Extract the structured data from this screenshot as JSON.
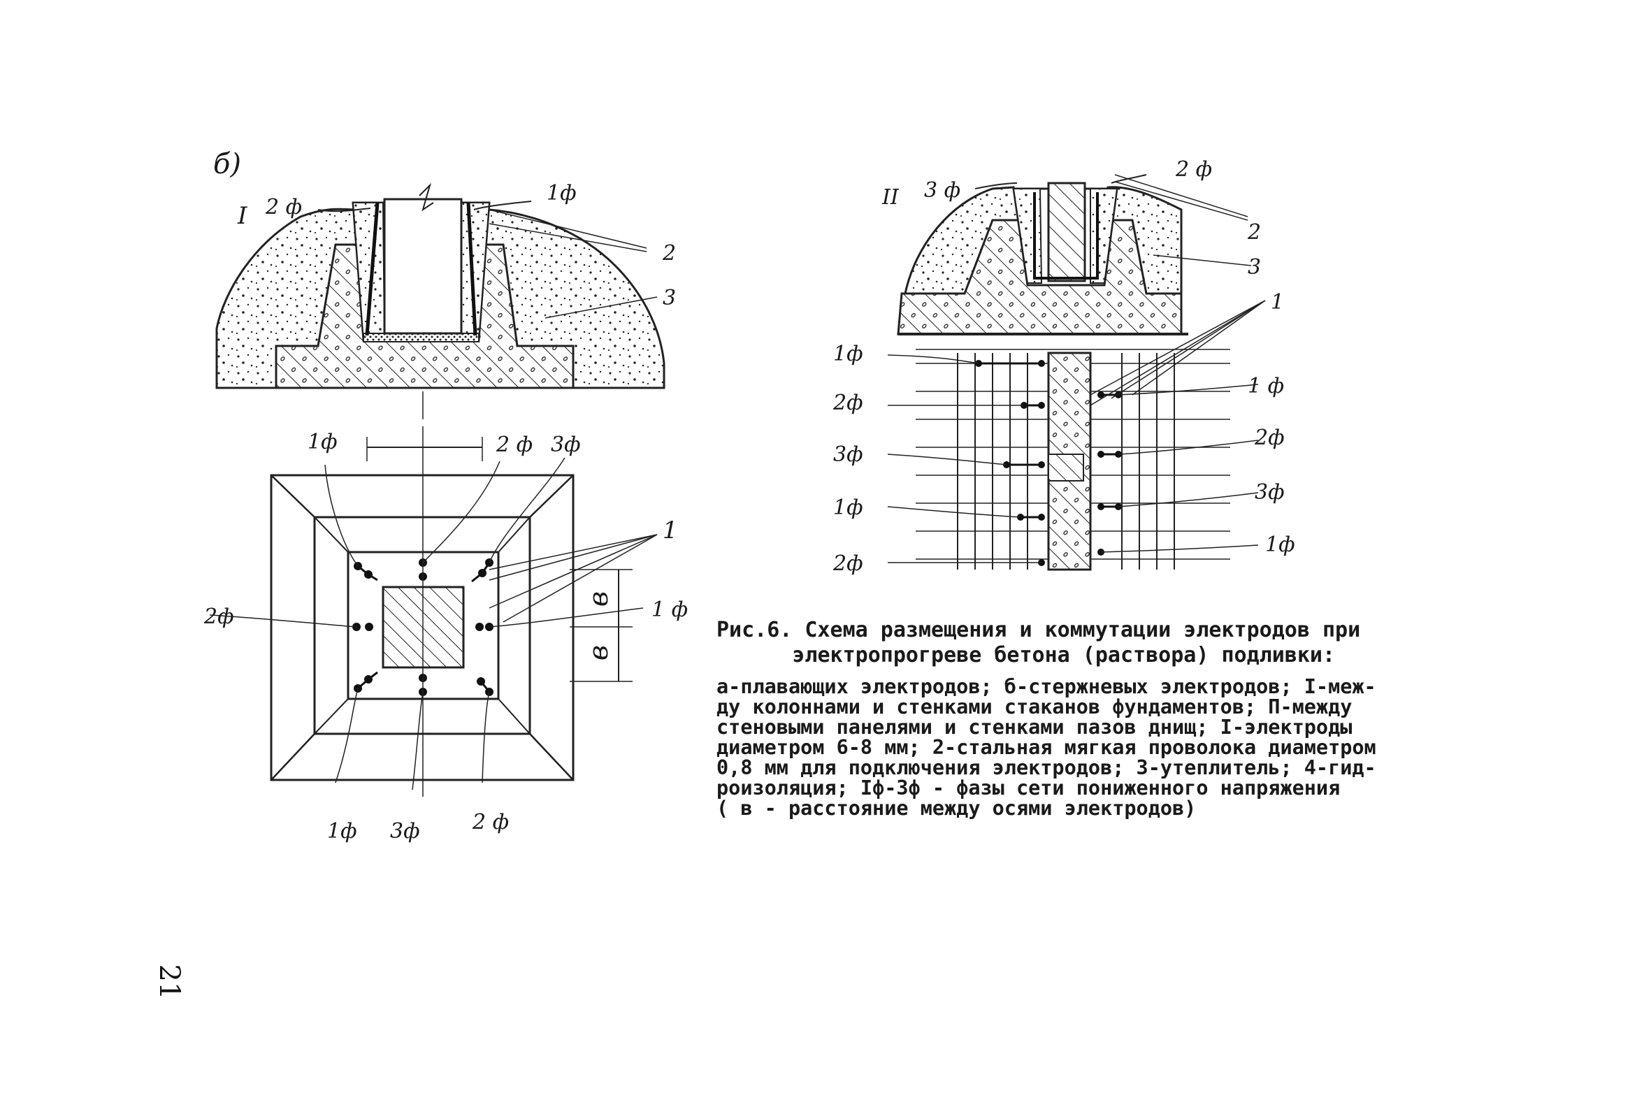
{
  "figure_b": {
    "panel_letter": "б)",
    "section_I": {
      "roman": "I",
      "label_2f": "2 ф",
      "label_1f": "1ф",
      "num_2": "2",
      "num_3": "3"
    },
    "plan": {
      "top_1f": "1ф",
      "top_2f": "2 ф",
      "top_3f": "3ф",
      "left_2f": "2ф",
      "right_1f": "1 ф",
      "num_1": "1",
      "dim_b_upper": "в",
      "dim_b_lower": "в",
      "bottom_1f": "1ф",
      "bottom_3f": "3ф",
      "bottom_2f": "2 ф"
    }
  },
  "figure_II": {
    "roman": "II",
    "top_3f": "3 ф",
    "top_2f": "2 ф",
    "num_2": "2",
    "num_3": "3",
    "num_1": "1",
    "left_phases": [
      "1ф",
      "2ф",
      "3ф",
      "1ф",
      "2ф"
    ],
    "right_phases": [
      "1 ф",
      "2ф",
      "3ф",
      "1ф"
    ]
  },
  "caption": {
    "title_lines": [
      "Рис.6. Схема размещения и коммутации электродов при",
      "      электропрогреве бетона (раствора) подливки:"
    ],
    "body_lines": [
      "а-плавающих электродов; б-стержневых электродов; I-меж-",
      "ду колоннами и стенками стаканов фундаментов; П-между",
      "стеновыми панелями и стенками пазов днищ; I-электроды",
      "диаметром 6-8 мм; 2-стальная мягкая проволока диаметром",
      "0,8 мм для подключения электродов; 3-утеплитель; 4-гид-",
      "роизоляция; Iф-3ф - фазы сети пониженного напряжения",
      "( в - расстояние между осями электродов)"
    ]
  },
  "page_number": "21"
}
